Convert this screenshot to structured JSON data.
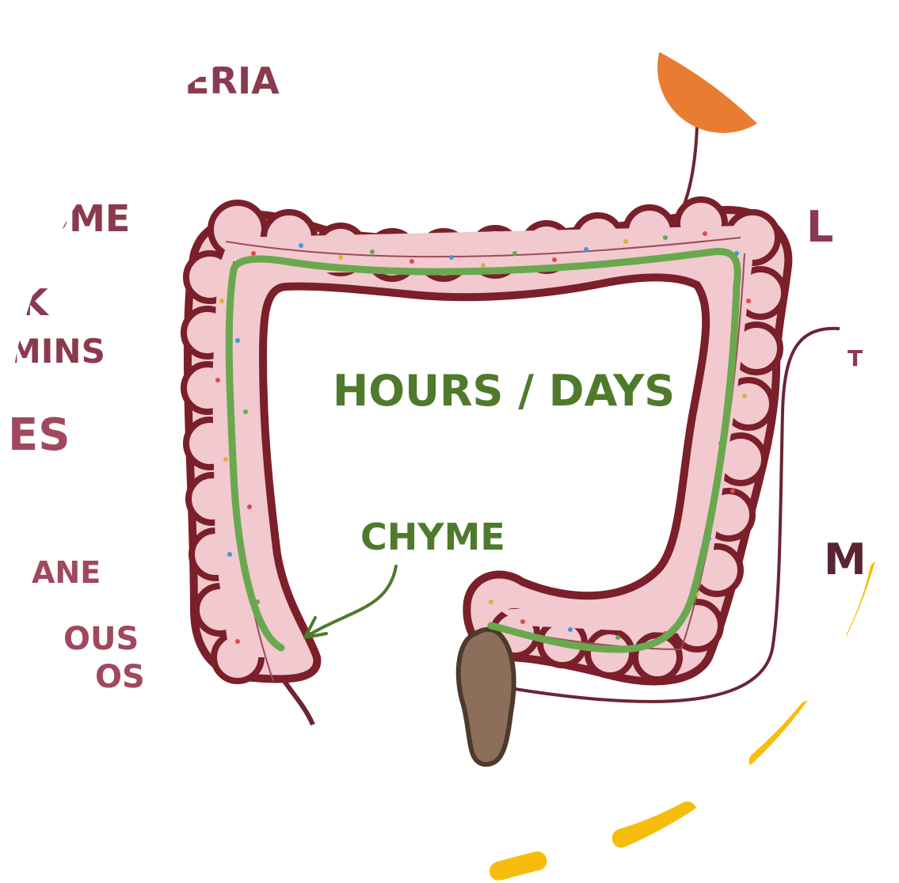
{
  "left_labels": {
    "bacteria": "CTERIA",
    "biome": "OME",
    "k": "K",
    "vitamins": "MINS",
    "es": "ES",
    "methane": "ANE",
    "gaseous": "OUS",
    "gaseous2": "OS"
  },
  "right_labels": {
    "l": "L",
    "t": "T",
    "m": "M"
  },
  "center": {
    "duration": "HOURS / DAYS",
    "chyme": "CHYME"
  },
  "colors": {
    "colon_fill": "#f1c9cf",
    "colon_outline": "#7b1f2a",
    "path_green": "#6aa84f",
    "text_green": "#4f7a2c",
    "label_maroon": "#a0485f",
    "stool": "#8d6e5b",
    "orange_dot": "#e97c32",
    "yellow_dash": "#f7bd0c",
    "nerve": "#6b2532"
  }
}
